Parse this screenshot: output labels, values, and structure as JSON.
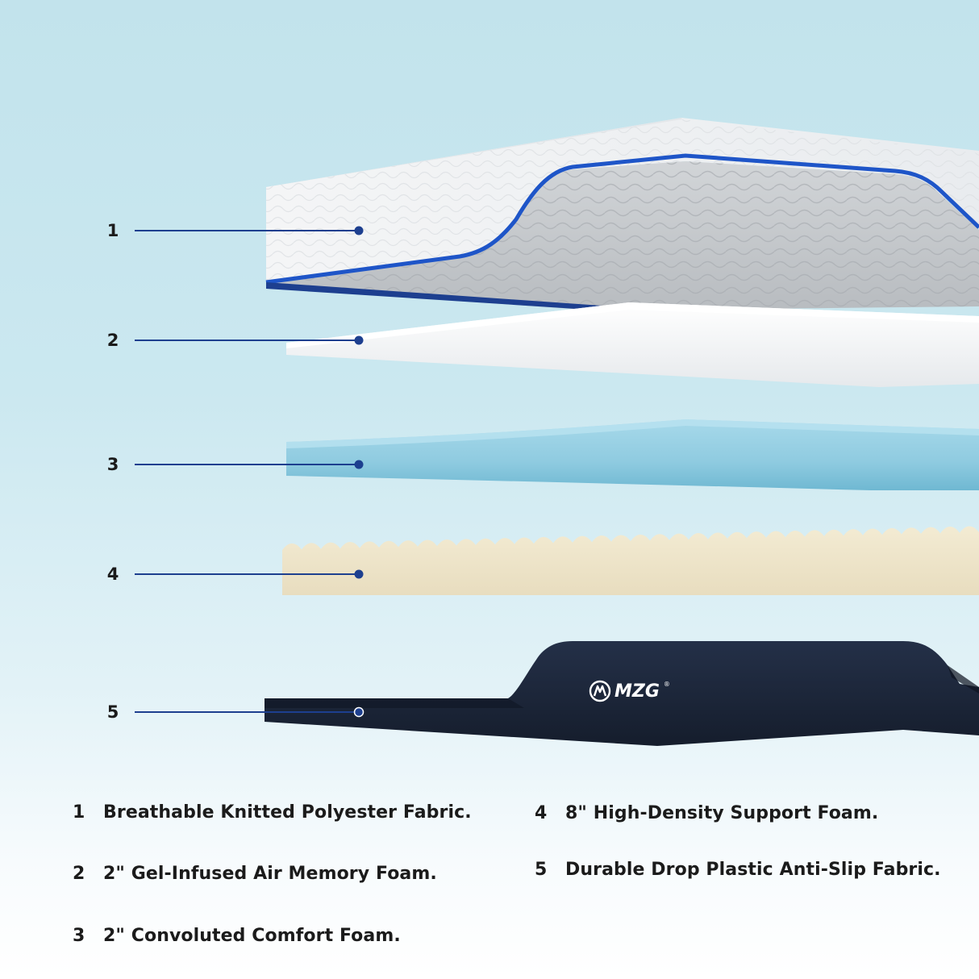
{
  "callouts": [
    "1",
    "2",
    "3",
    "4",
    "5"
  ],
  "legend": [
    {
      "num": "1",
      "text": "Breathable Knitted Polyester Fabric."
    },
    {
      "num": "2",
      "text": "2\" Gel-Infused Air Memory Foam."
    },
    {
      "num": "3",
      "text": "2\" Convoluted Comfort Foam."
    },
    {
      "num": "4",
      "text": "8\" High-Density Support Foam."
    },
    {
      "num": "5",
      "text": "Durable Drop Plastic Anti-Slip Fabric."
    }
  ],
  "brand": {
    "name": "MZG",
    "mark": "®"
  },
  "colors": {
    "leader_line": "#1d3f8f",
    "cover_edge_blue": "#1e55c8",
    "gel_foam_blue": "#9ed3e6",
    "support_foam_cream": "#efe6cc",
    "base_navy": "#1b2537"
  }
}
